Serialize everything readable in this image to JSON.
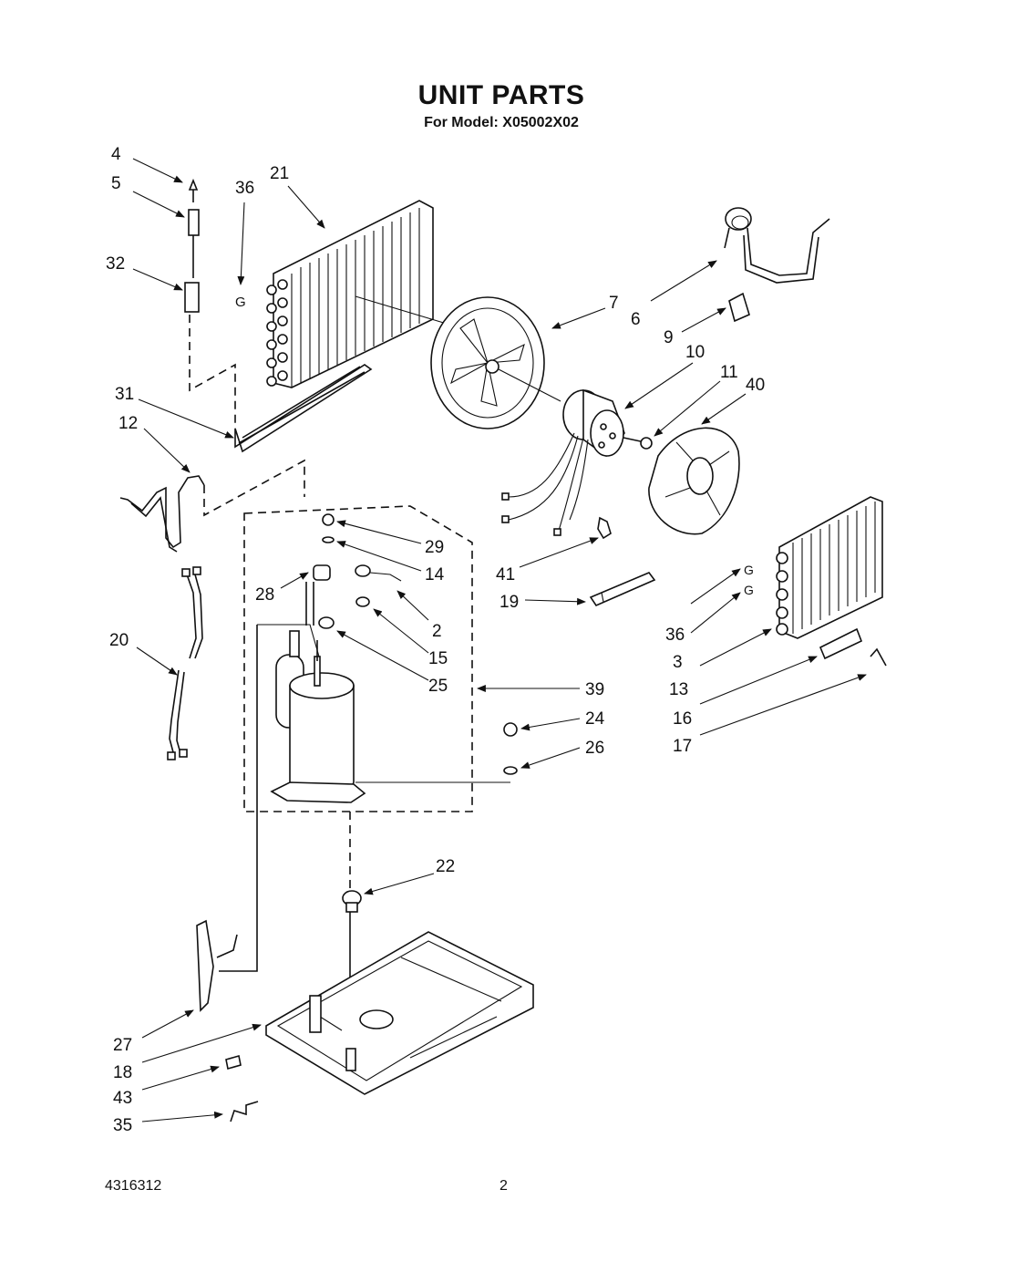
{
  "title": "UNIT PARTS",
  "subtitle": "For Model: X05002X02",
  "footer": {
    "doc_number": "4316312",
    "page_number": "2"
  },
  "callouts": [
    {
      "id": "4",
      "label": "4"
    },
    {
      "id": "5",
      "label": "5"
    },
    {
      "id": "32",
      "label": "32"
    },
    {
      "id": "36a",
      "label": "36"
    },
    {
      "id": "21",
      "label": "21"
    },
    {
      "id": "31",
      "label": "31"
    },
    {
      "id": "12",
      "label": "12"
    },
    {
      "id": "20",
      "label": "20"
    },
    {
      "id": "7",
      "label": "7"
    },
    {
      "id": "6",
      "label": "6"
    },
    {
      "id": "9",
      "label": "9"
    },
    {
      "id": "10",
      "label": "10"
    },
    {
      "id": "11",
      "label": "11"
    },
    {
      "id": "40",
      "label": "40"
    },
    {
      "id": "29",
      "label": "29"
    },
    {
      "id": "14",
      "label": "14"
    },
    {
      "id": "28",
      "label": "28"
    },
    {
      "id": "2",
      "label": "2"
    },
    {
      "id": "15",
      "label": "15"
    },
    {
      "id": "25",
      "label": "25"
    },
    {
      "id": "39",
      "label": "39"
    },
    {
      "id": "24",
      "label": "24"
    },
    {
      "id": "26",
      "label": "26"
    },
    {
      "id": "41",
      "label": "41"
    },
    {
      "id": "19",
      "label": "19"
    },
    {
      "id": "36b",
      "label": "36"
    },
    {
      "id": "3",
      "label": "3"
    },
    {
      "id": "13",
      "label": "13"
    },
    {
      "id": "16",
      "label": "16"
    },
    {
      "id": "17",
      "label": "17"
    },
    {
      "id": "22",
      "label": "22"
    },
    {
      "id": "27",
      "label": "27"
    },
    {
      "id": "18",
      "label": "18"
    },
    {
      "id": "43",
      "label": "43"
    },
    {
      "id": "35",
      "label": "35"
    }
  ]
}
